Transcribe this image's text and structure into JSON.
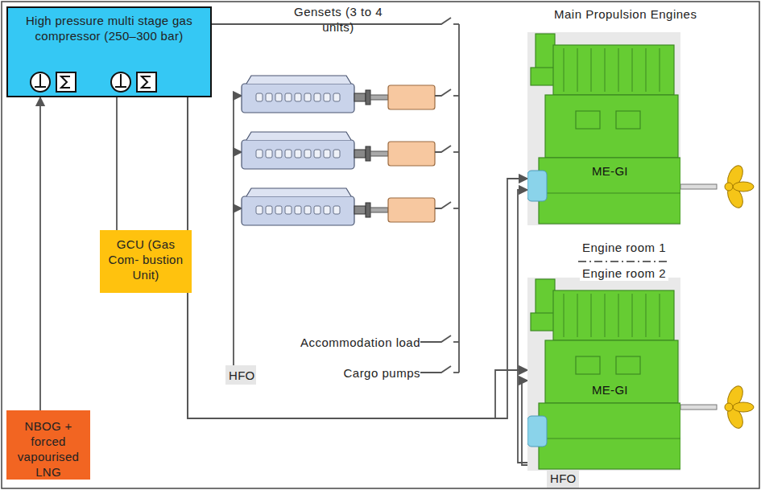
{
  "diagram": {
    "nodes": [
      {
        "text": [
          "High pressure multi stage gas compressor (250–300 bar)"
        ]
      },
      {
        "text": [
          "GCU (Gas Com- bustion Unit)"
        ]
      },
      {
        "text": [
          "NBOG + forced vapourised LNG"
        ]
      },
      {
        "text": [
          "HFO"
        ]
      },
      {
        "text": [
          "HFO"
        ]
      },
      {
        "text": [
          "ME-GI"
        ]
      },
      {
        "text": [
          "ME-GI"
        ]
      }
    ],
    "edges": [
      {
        "from": 2,
        "to": 0,
        "arrow": "to"
      },
      {
        "from": 0,
        "to": 1,
        "arrow": "none"
      },
      {
        "from": 0,
        "to": 5,
        "arrow": "to"
      },
      {
        "from": 0,
        "to": 6,
        "arrow": "to"
      },
      {
        "from": 4,
        "to": 5,
        "arrow": "to"
      },
      {
        "from": 4,
        "to": 6,
        "arrow": "to"
      }
    ],
    "labels": [
      "Gensets (3 to 4 units)",
      "Main Propulsion Engines",
      "Engine room 1",
      "Engine room 2",
      "Accommodation load",
      "Cargo pumps"
    ]
  }
}
